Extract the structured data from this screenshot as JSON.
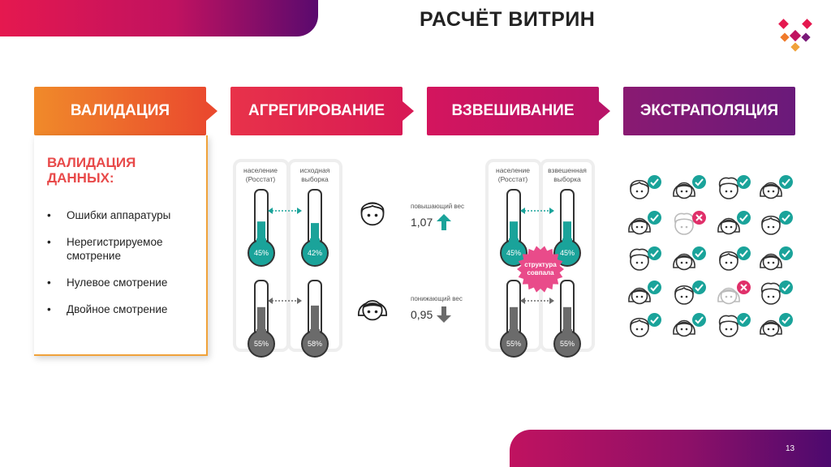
{
  "header": {
    "title": "РАСЧЁТ ВИТРИН"
  },
  "footer": {
    "page_number": "13"
  },
  "steps": [
    {
      "label": "ВАЛИДАЦИЯ",
      "color": "#ef6a2a"
    },
    {
      "label": "АГРЕГИРОВАНИЕ",
      "color": "#e0224f"
    },
    {
      "label": "ВЗВЕШИВАНИЕ",
      "color": "#c0146a"
    },
    {
      "label": "ЭКСТРАПОЛЯЦИЯ",
      "color": "#7a1a78"
    }
  ],
  "validation": {
    "title": "ВАЛИДАЦИЯ ДАННЫХ:",
    "items": [
      "Ошибки аппаратуры",
      "Нерегистрируемое смотрение",
      "Нулевое смотрение",
      "Двойное смотрение"
    ]
  },
  "aggregation": {
    "col1_label": "население (Росстат)",
    "col2_label": "исходная выборка",
    "top": {
      "left_pct": "45%",
      "right_pct": "42%",
      "left_fill": 0.45,
      "right_fill": 0.42
    },
    "bottom": {
      "left_pct": "55%",
      "right_pct": "58%",
      "left_fill": 0.55,
      "right_fill": 0.58
    }
  },
  "weights": {
    "up": {
      "caption": "повышающий вес",
      "value": "1,07"
    },
    "down": {
      "caption": "понижающий вес",
      "value": "0,95"
    }
  },
  "weighting": {
    "col1_label": "население (Росстат)",
    "col2_label": "взвешенная выборка",
    "top": {
      "left_pct": "45%",
      "right_pct": "45%",
      "left_fill": 0.45,
      "right_fill": 0.45
    },
    "bottom": {
      "left_pct": "55%",
      "right_pct": "55%",
      "left_fill": 0.55,
      "right_fill": 0.55
    },
    "badge": "структура совпала"
  },
  "colors": {
    "teal": "#1aa39a",
    "gray": "#6b6b6b",
    "check": "#1aa39a",
    "cross": "#e0306a",
    "badge": "#e94b8a"
  },
  "extrapolation": {
    "rows": [
      [
        "ok",
        "ok",
        "ok",
        "ok"
      ],
      [
        "ok",
        "fail",
        "ok",
        "ok"
      ],
      [
        "ok",
        "ok",
        "ok",
        "ok"
      ],
      [
        "ok",
        "ok",
        "fail",
        "ok"
      ],
      [
        "ok",
        "ok",
        "ok",
        "ok"
      ]
    ]
  }
}
